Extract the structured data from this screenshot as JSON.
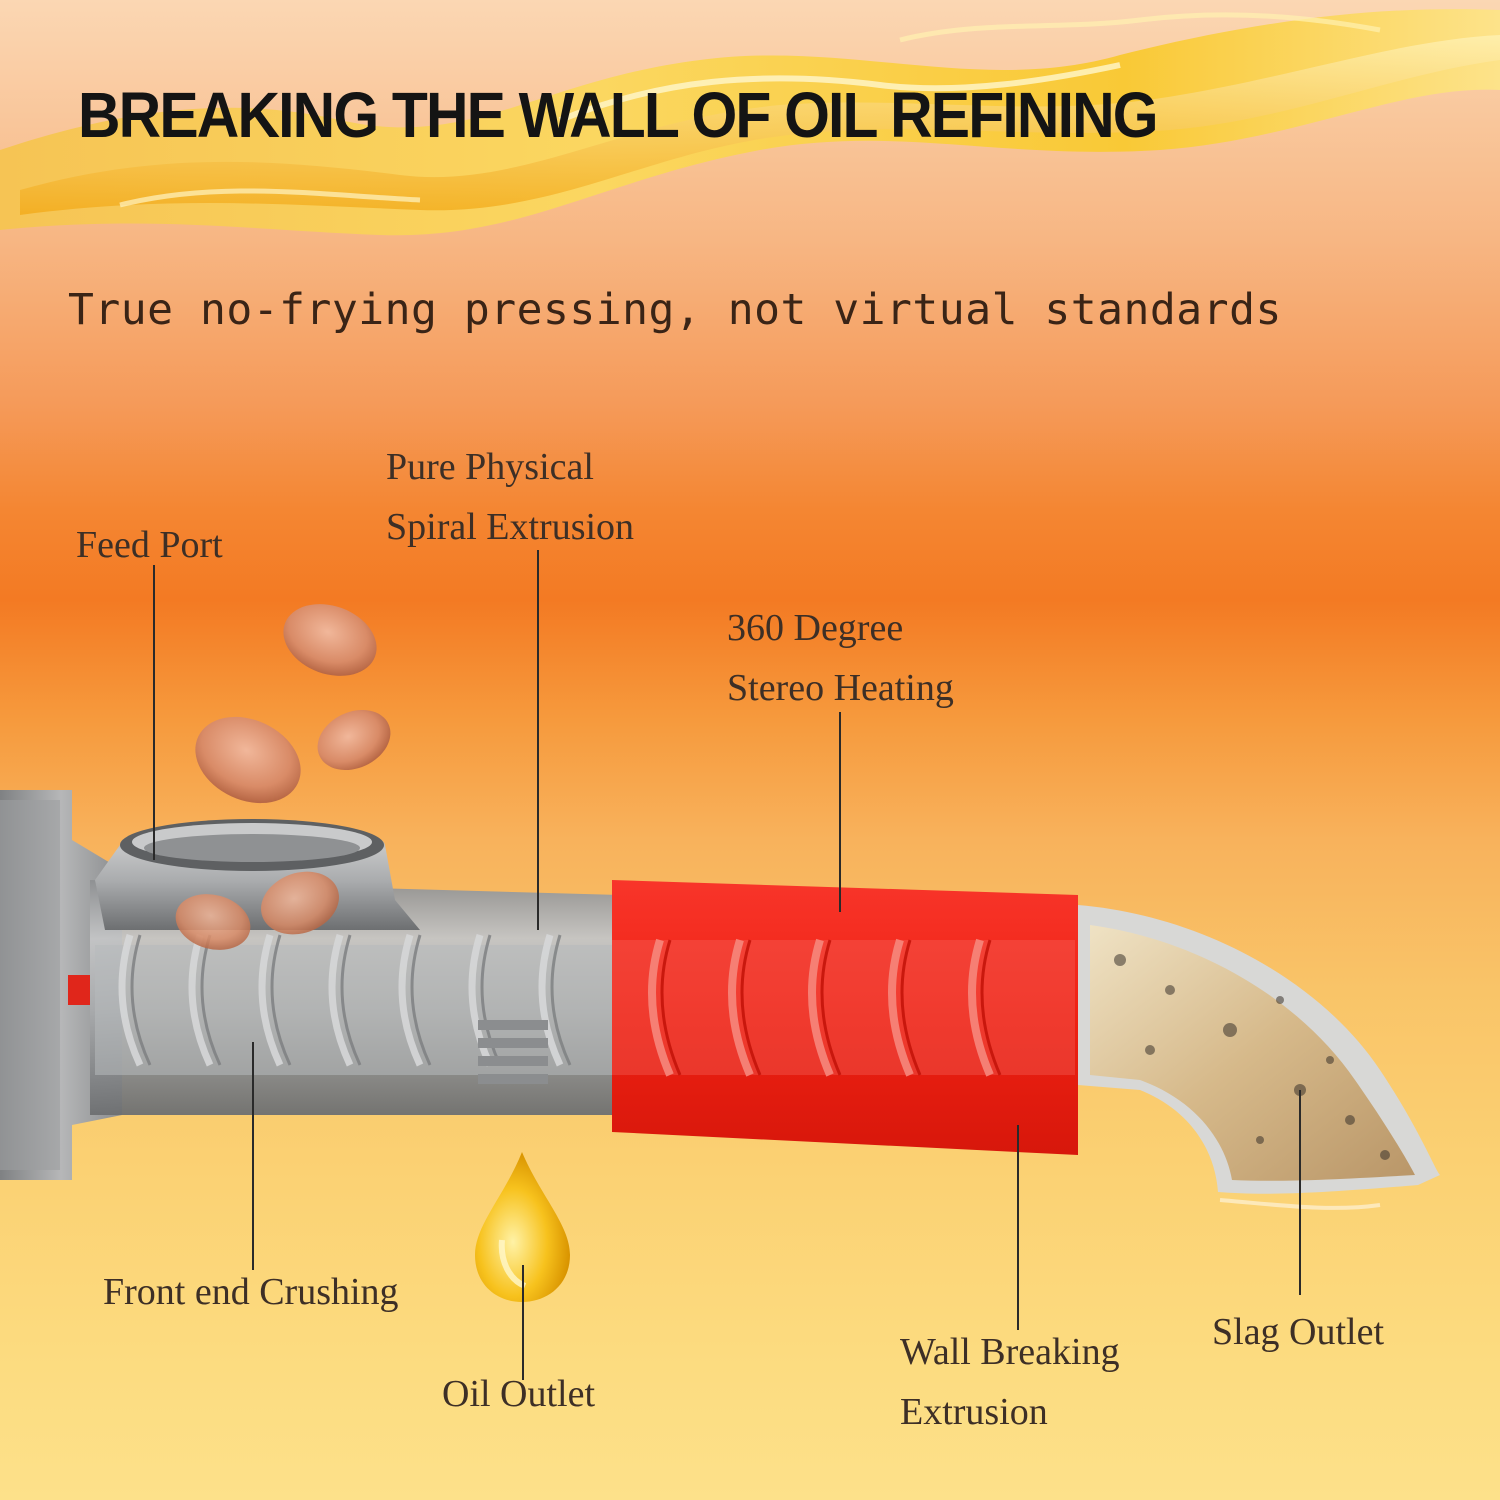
{
  "header": {
    "title": "BREAKING THE WALL OF OIL REFINING",
    "subtitle": "True no-frying pressing, not virtual standards"
  },
  "labels": {
    "feed_port": "Feed Port",
    "spiral_line1": "Pure Physical",
    "spiral_line2": "Spiral  Extrusion",
    "heating_line1": "360 Degree",
    "heating_line2": "Stereo Heating",
    "front_crushing": "Front end Crushing",
    "oil_outlet": "Oil Outlet",
    "wall_line1": "Wall Breaking",
    "wall_line2": "Extrusion",
    "slag_outlet": "Slag Outlet"
  },
  "colors": {
    "heater_red": "#f12416",
    "steel": "#a7a9ab",
    "oil_gold": "#f5b400",
    "background_orange": "#f37a23"
  }
}
